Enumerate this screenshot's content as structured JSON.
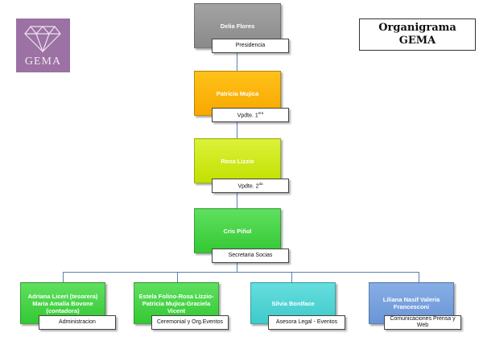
{
  "logo": {
    "text": "GEMA",
    "icon": "diamond-icon",
    "bg_color": "#9b72a3"
  },
  "title": {
    "line1": "Organigrama",
    "line2": "GEMA"
  },
  "hierarchy": [
    {
      "name": "Delia Flores",
      "role": "Presidencia",
      "role_sup": "",
      "color": "#959595"
    },
    {
      "name": "Patricia Mujica",
      "role": "Vpdte. 1",
      "role_sup": "era",
      "color": "#fbb60d"
    },
    {
      "name": "Rosa Lizzio",
      "role": "Vpdte. 2",
      "role_sup": "da",
      "color": "#cfe91c"
    },
    {
      "name": "Cris Piñol",
      "role": "Secretaria Socias",
      "role_sup": "",
      "color": "#47d447"
    }
  ],
  "departments": [
    {
      "name": "Adriana Liceri (tesorera) Maria Amalia Bovone (contadora)",
      "role": "Administracion",
      "color": "#47d447"
    },
    {
      "name": "Estela Folino-Rosa Lizzio-Patricia Mujica-Graciela Vicent",
      "role": "Ceremonial y Org.Eventos",
      "color": "#47d447"
    },
    {
      "name": "Silvia Boniface",
      "role": "Asesora Legal - Eventos",
      "color": "#52d4d4"
    },
    {
      "name": "Liliana Nasif Valeria Francesconi",
      "role": "Comunicaciones Prensa y Web",
      "color": "#789fdd"
    }
  ]
}
